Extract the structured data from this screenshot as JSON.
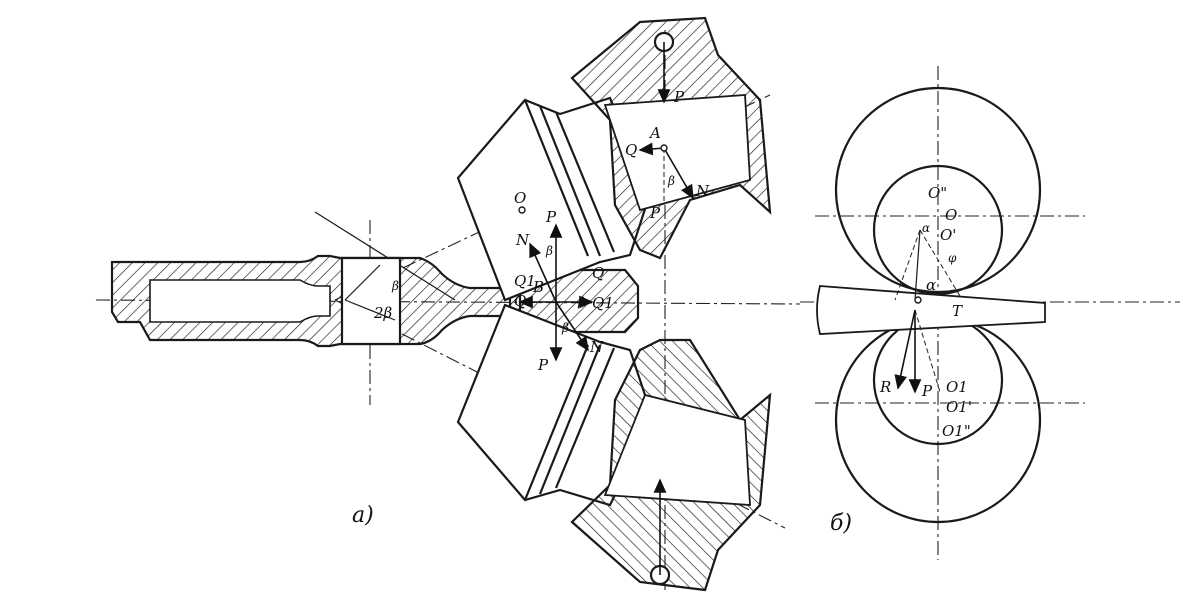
{
  "panels": {
    "a": {
      "caption": "a)"
    },
    "b": {
      "caption": "б)"
    }
  },
  "labels_a": {
    "P_top": "P",
    "A": "A",
    "Q_upper": "Q",
    "beta_upper": "β",
    "N_upper": "N",
    "P_upper_low": "P",
    "O_center": "O",
    "N_center": "N",
    "P_center": "P",
    "beta_c1": "β",
    "Q1_left": "Q1",
    "B": "B",
    "Q_right": "Q",
    "Q_left": "Q",
    "beta_c2": "β",
    "Q1_right": "Q1",
    "beta_c3": "β",
    "P_lower": "P",
    "N_lower": "N",
    "beta_left1": "β",
    "twobeta": "2β"
  },
  "labels_b": {
    "O_double_prime": "O\"",
    "O_zero": "O",
    "O_prime": "O'",
    "alpha_top": "α",
    "phi": "φ",
    "alpha_mid": "α",
    "T": "T",
    "R": "R",
    "P": "P",
    "O1": "O1",
    "O1_prime": "O1'",
    "O1_double_prime": "O1\""
  },
  "colors": {
    "ink": "#1a1a1a",
    "paper": "#ffffff"
  }
}
